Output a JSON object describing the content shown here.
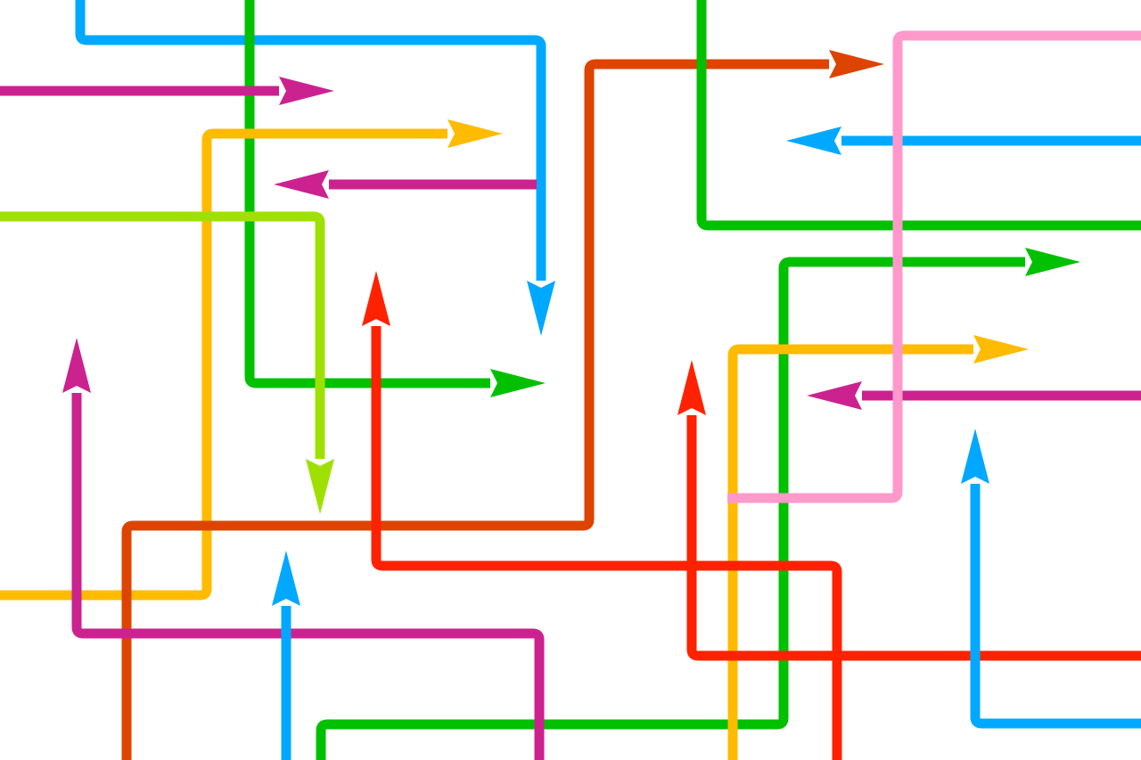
{
  "scene": {
    "description_free": true,
    "background": "#ffffff",
    "palette": {
      "blue": "#00a8ff",
      "green": "#00c000",
      "magenta": "#cc2290",
      "yellow": "#ffbb00",
      "orange": "#dd4400",
      "pink": "#ff99cc",
      "lime": "#a0e000",
      "red": "#ff2200"
    },
    "arrows": [
      {
        "id": "blue-top-down",
        "color": "blue",
        "head": "down"
      },
      {
        "id": "green-top-right",
        "color": "green",
        "head": "right"
      },
      {
        "id": "magenta-short-right",
        "color": "magenta",
        "head": "right"
      },
      {
        "id": "yellow-upper-right",
        "color": "yellow",
        "head": "right"
      },
      {
        "id": "magenta-left",
        "color": "magenta",
        "head": "left"
      },
      {
        "id": "lime-down",
        "color": "lime",
        "head": "down"
      },
      {
        "id": "orange-right",
        "color": "orange",
        "head": "right"
      },
      {
        "id": "blue-left",
        "color": "blue",
        "head": "left"
      },
      {
        "id": "green-right-line",
        "color": "green",
        "head": "none"
      },
      {
        "id": "green-mid-right",
        "color": "green",
        "head": "right"
      },
      {
        "id": "yellow-right",
        "color": "yellow",
        "head": "right"
      },
      {
        "id": "magenta-mid-left",
        "color": "magenta",
        "head": "left"
      },
      {
        "id": "pink-loop",
        "color": "pink",
        "head": "none"
      },
      {
        "id": "red-up",
        "color": "red",
        "head": "up"
      },
      {
        "id": "red-right-up",
        "color": "red",
        "head": "up"
      },
      {
        "id": "magenta-up",
        "color": "magenta",
        "head": "up"
      },
      {
        "id": "blue-up-bottom",
        "color": "blue",
        "head": "up"
      },
      {
        "id": "blue-right-up",
        "color": "blue",
        "head": "up"
      },
      {
        "id": "yellow-bottom-left",
        "color": "yellow",
        "head": "none"
      },
      {
        "id": "orange-bottom",
        "color": "orange",
        "head": "none"
      },
      {
        "id": "green-bottom",
        "color": "green",
        "head": "none"
      },
      {
        "id": "yellow-bottom-right",
        "color": "yellow",
        "head": "none"
      }
    ]
  }
}
